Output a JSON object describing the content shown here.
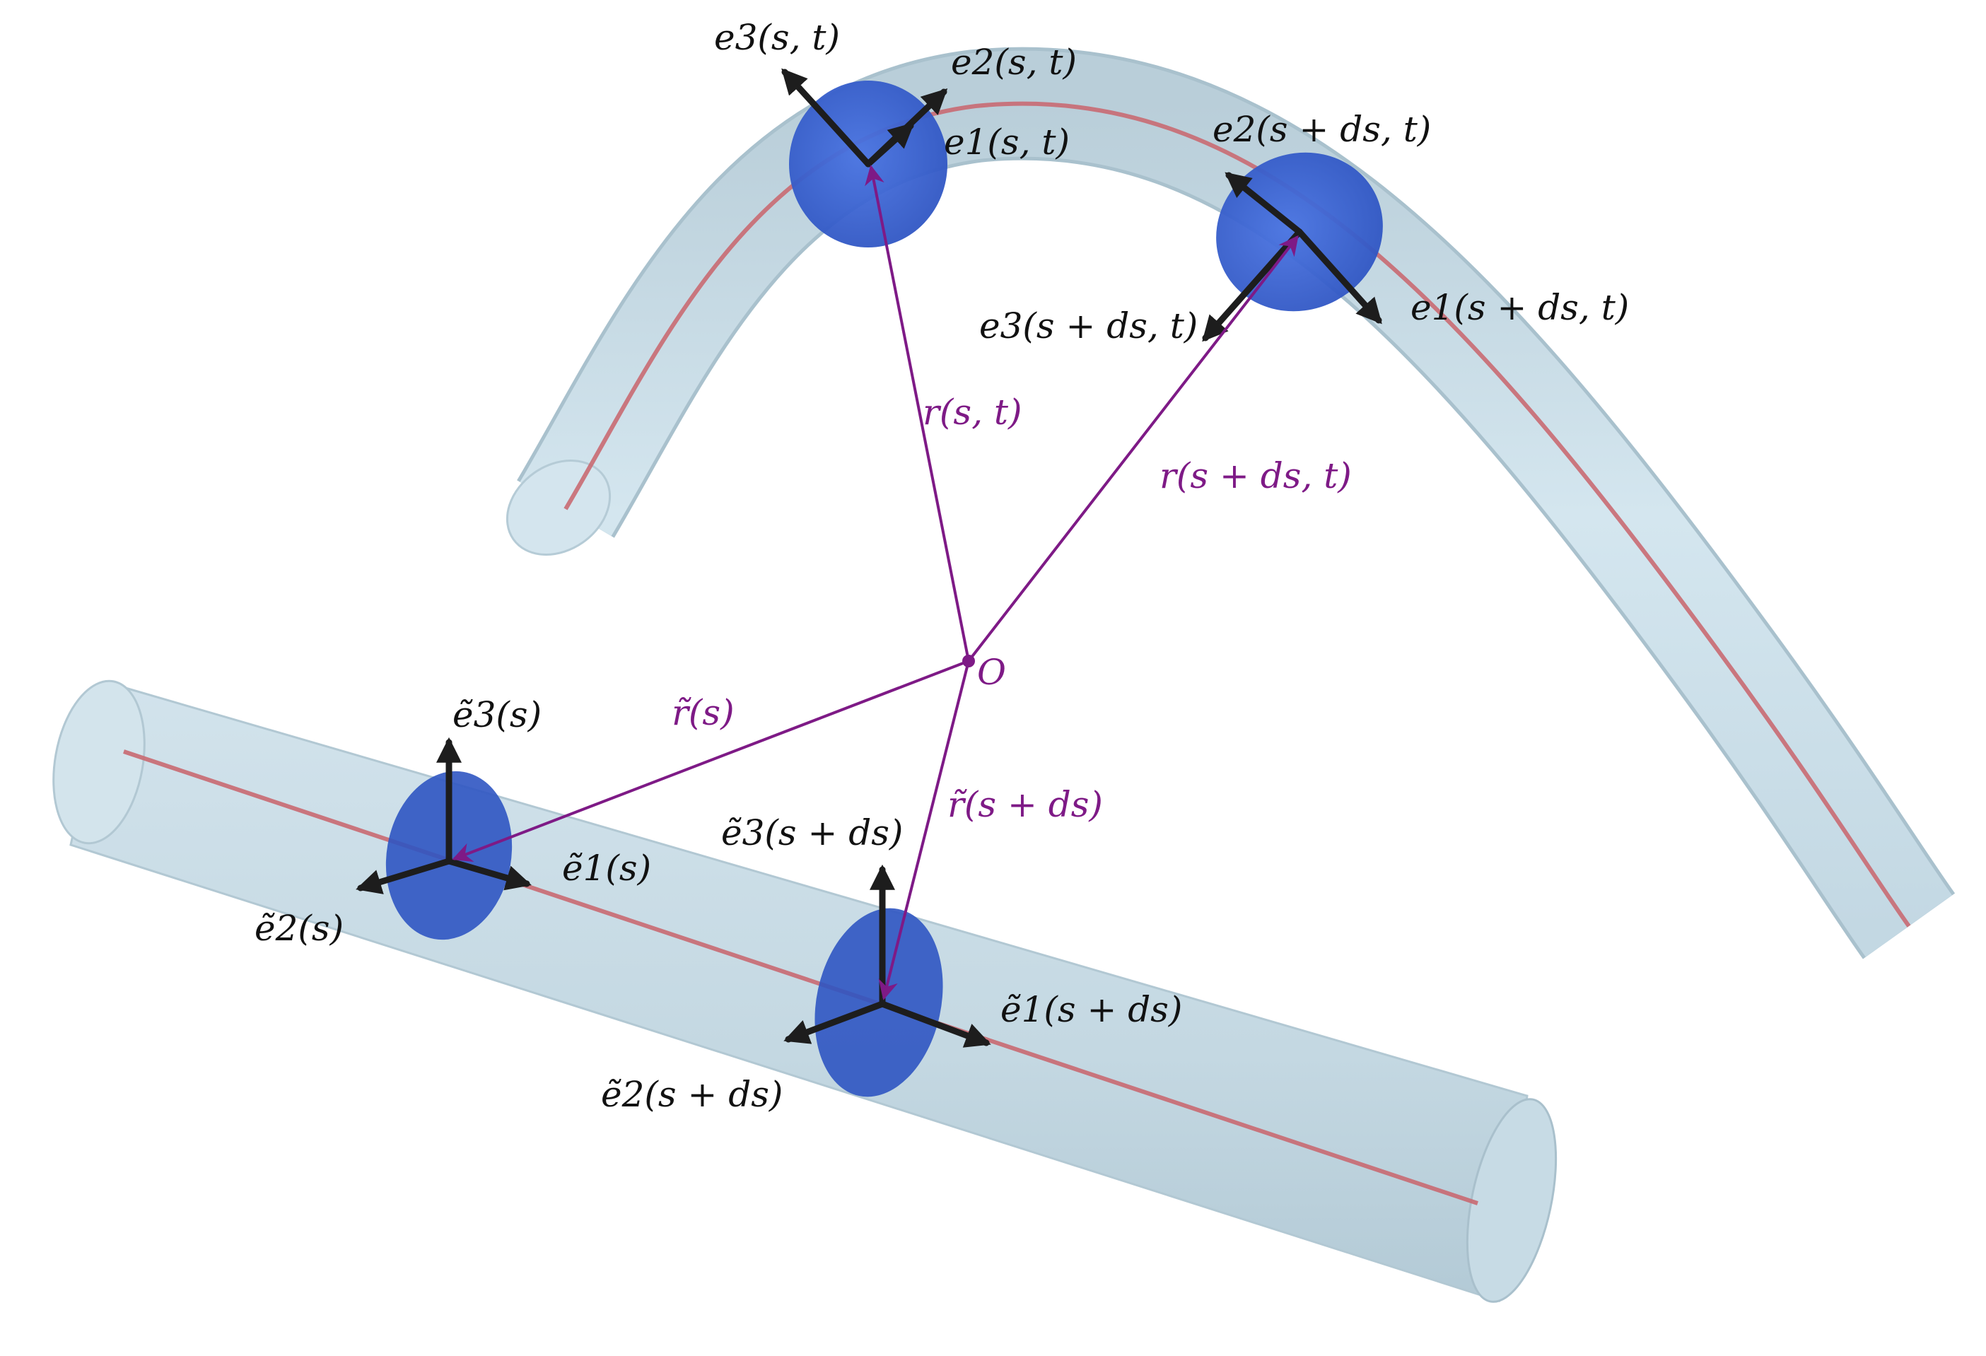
{
  "colors": {
    "tube": "#cbdfe8",
    "tube_edge": "#aec6d2",
    "centerline": "#c96a72",
    "section": "#3d67d6",
    "section_dark": "#2b4aa8",
    "triad": "#1d1d1d",
    "position_vector": "#7e1a86",
    "label": "#111111"
  },
  "labels": {
    "origin": "O",
    "r_st": "r(s, t)",
    "r_sdst": "r(s + ds, t)",
    "rt_s": "r̃(s)",
    "rt_sds": "r̃(s + ds)",
    "e1_st": "e1(s, t)",
    "e2_st": "e2(s, t)",
    "e3_st": "e3(s, t)",
    "e1_sdst": "e1(s + ds, t)",
    "e2_sdst": "e2(s + ds, t)",
    "e3_sdst": "e3(s + ds, t)",
    "et1_s": "ẽ1(s)",
    "et2_s": "ẽ2(s)",
    "et3_s": "ẽ3(s)",
    "et1_sds": "ẽ1(s + ds)",
    "et2_sds": "ẽ2(s + ds)",
    "et3_sds": "ẽ3(s + ds)"
  },
  "icons": {
    "origin": "dot-icon",
    "frame_arrow": "arrow-icon"
  }
}
